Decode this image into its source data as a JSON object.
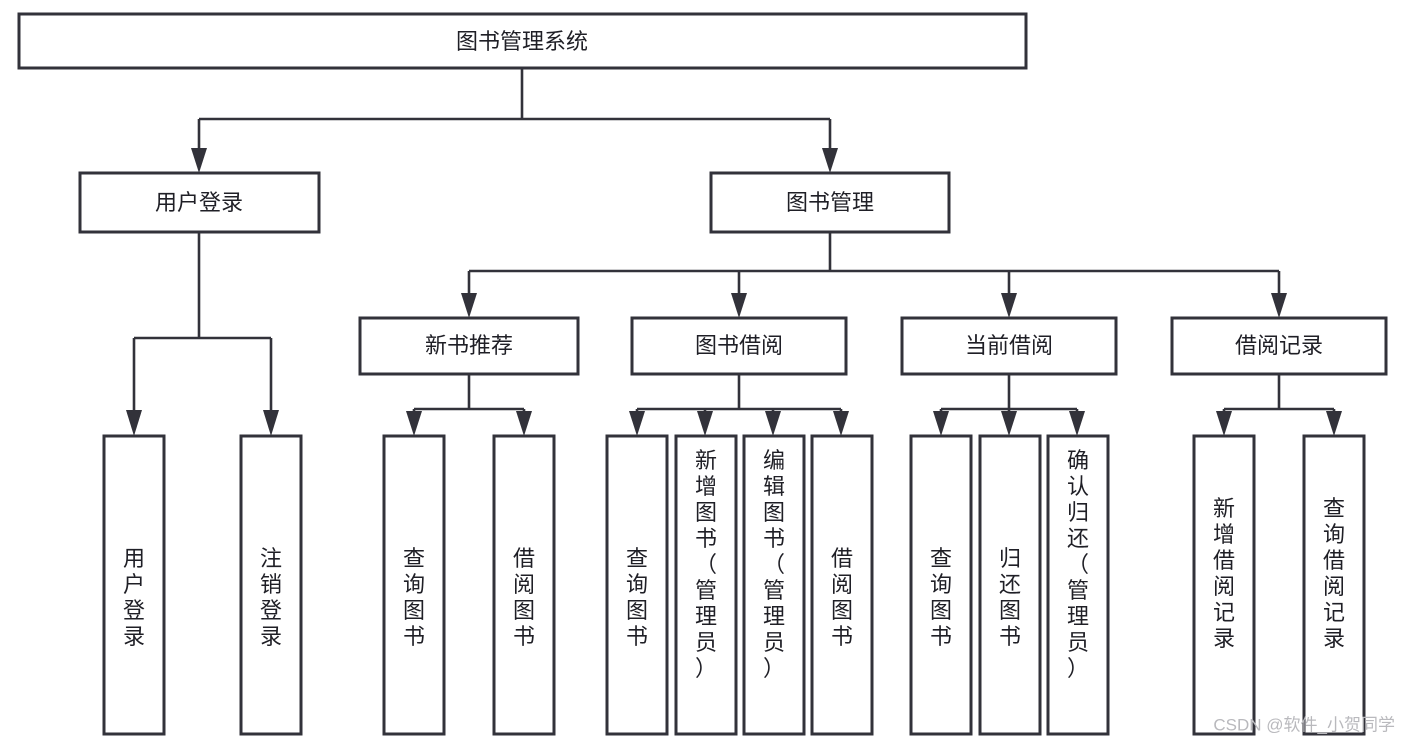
{
  "diagram": {
    "title": "图书管理系统",
    "type": "tree-hierarchy-diagram",
    "colors": {
      "background": "#ffffff",
      "box_stroke": "#32323a",
      "box_fill": "#ffffff",
      "text": "#1f1f26",
      "watermark": "#b9b9bd"
    },
    "root": {
      "id": "root",
      "label": "图书管理系统"
    },
    "level2": [
      {
        "id": "user-login",
        "label": "用户登录"
      },
      {
        "id": "book-manage",
        "label": "图书管理"
      }
    ],
    "level3": [
      {
        "id": "new-book-recommend",
        "label": "新书推荐",
        "parent": "book-manage"
      },
      {
        "id": "book-borrow",
        "label": "图书借阅",
        "parent": "book-manage"
      },
      {
        "id": "current-borrow",
        "label": "当前借阅",
        "parent": "book-manage"
      },
      {
        "id": "borrow-record",
        "label": "借阅记录",
        "parent": "book-manage"
      }
    ],
    "leaves": [
      {
        "id": "leaf-user-login",
        "label": "用户登录",
        "parent": "user-login"
      },
      {
        "id": "leaf-user-logout",
        "label": "注销登录",
        "parent": "user-login"
      },
      {
        "id": "leaf-query-book-1",
        "label": "查询图书",
        "parent": "new-book-recommend"
      },
      {
        "id": "leaf-borrow-book-1",
        "label": "借阅图书",
        "parent": "new-book-recommend"
      },
      {
        "id": "leaf-query-book-2",
        "label": "查询图书",
        "parent": "book-borrow"
      },
      {
        "id": "leaf-add-book",
        "label": "新增图书（管理员）",
        "parent": "book-borrow"
      },
      {
        "id": "leaf-edit-book",
        "label": "编辑图书（管理员）",
        "parent": "book-borrow"
      },
      {
        "id": "leaf-borrow-book-2",
        "label": "借阅图书",
        "parent": "book-borrow"
      },
      {
        "id": "leaf-query-book-3",
        "label": "查询图书",
        "parent": "current-borrow"
      },
      {
        "id": "leaf-return-book",
        "label": "归还图书",
        "parent": "current-borrow"
      },
      {
        "id": "leaf-confirm-return",
        "label": "确认归还（管理员）",
        "parent": "current-borrow"
      },
      {
        "id": "leaf-add-record",
        "label": "新增借阅记录",
        "parent": "borrow-record"
      },
      {
        "id": "leaf-query-record",
        "label": "查询借阅记录",
        "parent": "borrow-record"
      }
    ],
    "watermark": "CSDN @软件_小贺同学"
  }
}
